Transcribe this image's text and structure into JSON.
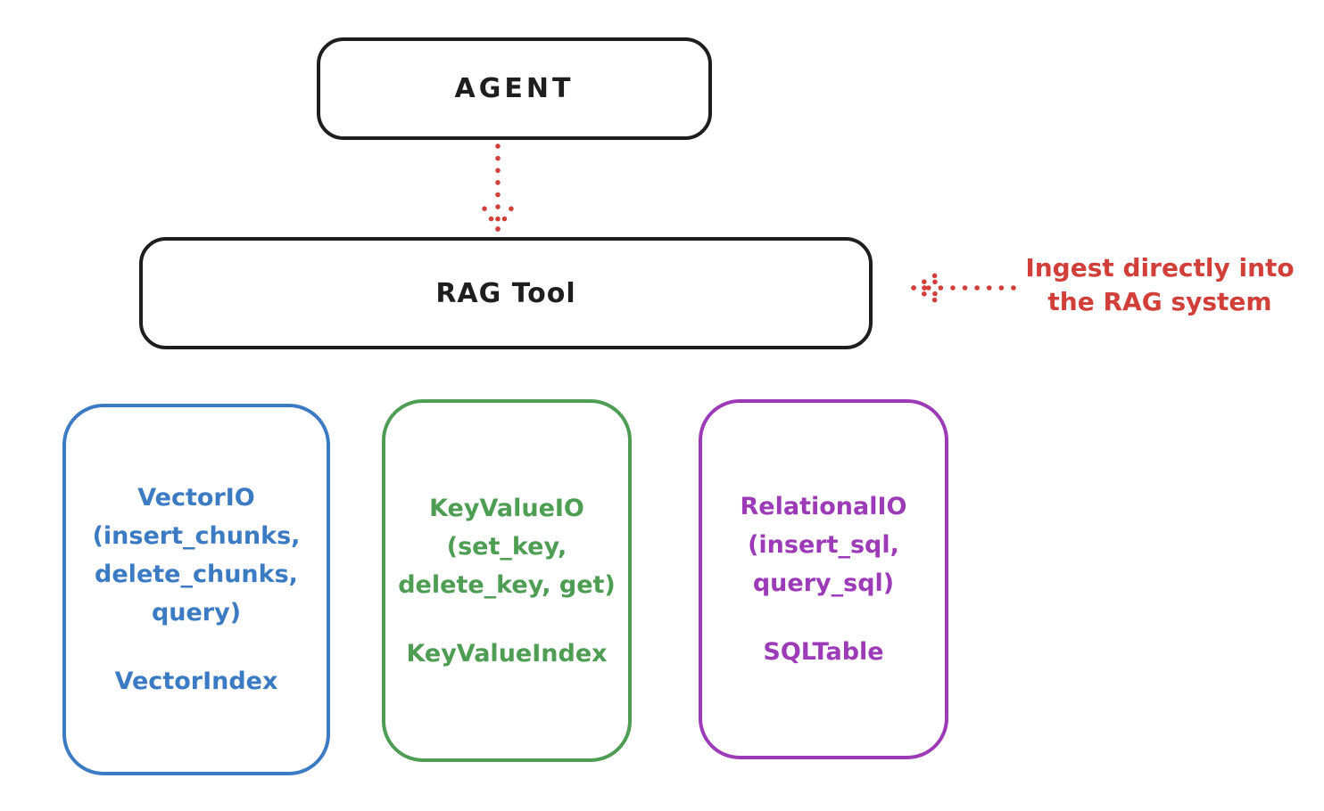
{
  "colors": {
    "ink": "#1e1e1e",
    "red": "#d23f38",
    "blue": "#3b7bc4",
    "green": "#4d9d53",
    "purple": "#9c3ab8",
    "bg": "#ffffff"
  },
  "diagram": {
    "agent": {
      "label": "AGENT"
    },
    "rag_tool": {
      "label": "RAG Tool"
    },
    "annotation": {
      "text": "Ingest directly into\nthe RAG system"
    },
    "cards": [
      {
        "id": "vector-io",
        "color": "#3b7bc4",
        "io_text": "VectorIO\n(insert_chunks,\ndelete_chunks,\nquery)",
        "index_text": "VectorIndex"
      },
      {
        "id": "key-value-io",
        "color": "#4d9d53",
        "io_text": "KeyValueIO\n(set_key,\ndelete_key, get)",
        "index_text": "KeyValueIndex"
      },
      {
        "id": "relational-io",
        "color": "#9c3ab8",
        "io_text": "RelationalIO\n(insert_sql,\nquery_sql)",
        "index_text": "SQLTable"
      }
    ]
  }
}
